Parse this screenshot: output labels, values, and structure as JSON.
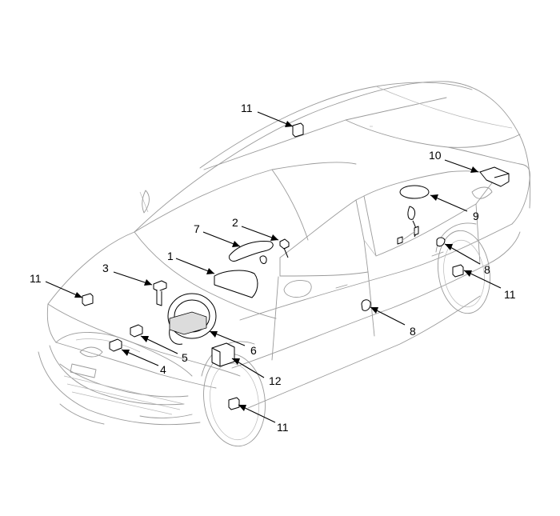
{
  "diagram": {
    "callouts": [
      {
        "id": "callout-11-roof",
        "label": "11"
      },
      {
        "id": "callout-10",
        "label": "10"
      },
      {
        "id": "callout-2",
        "label": "2"
      },
      {
        "id": "callout-7",
        "label": "7"
      },
      {
        "id": "callout-9",
        "label": "9"
      },
      {
        "id": "callout-1",
        "label": "1"
      },
      {
        "id": "callout-3",
        "label": "3"
      },
      {
        "id": "callout-11-front-left",
        "label": "11"
      },
      {
        "id": "callout-8-rear",
        "label": "8"
      },
      {
        "id": "callout-11-rear",
        "label": "11"
      },
      {
        "id": "callout-6",
        "label": "6"
      },
      {
        "id": "callout-5",
        "label": "5"
      },
      {
        "id": "callout-4",
        "label": "4"
      },
      {
        "id": "callout-8-door",
        "label": "8"
      },
      {
        "id": "callout-12",
        "label": "12"
      },
      {
        "id": "callout-11-front-wheel",
        "label": "11"
      }
    ]
  }
}
